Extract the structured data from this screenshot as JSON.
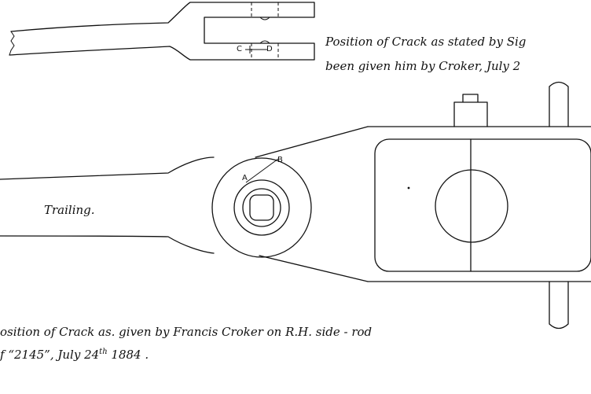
{
  "captions": {
    "top_line1": "Position of Crack as stated by Sig",
    "top_line2": "been given him by Croker,   July 2",
    "trailing": "Trailing.",
    "bottom_line1": "osition of Crack as. given by Francis Croker on R.H. side - rod",
    "bottom_line2_pre": "f “2145”, July 24",
    "bottom_line2_sup": "th",
    "bottom_line2_post": " 1884 ."
  },
  "points": {
    "c": "C",
    "d": "D",
    "a": "A",
    "b": "B"
  }
}
